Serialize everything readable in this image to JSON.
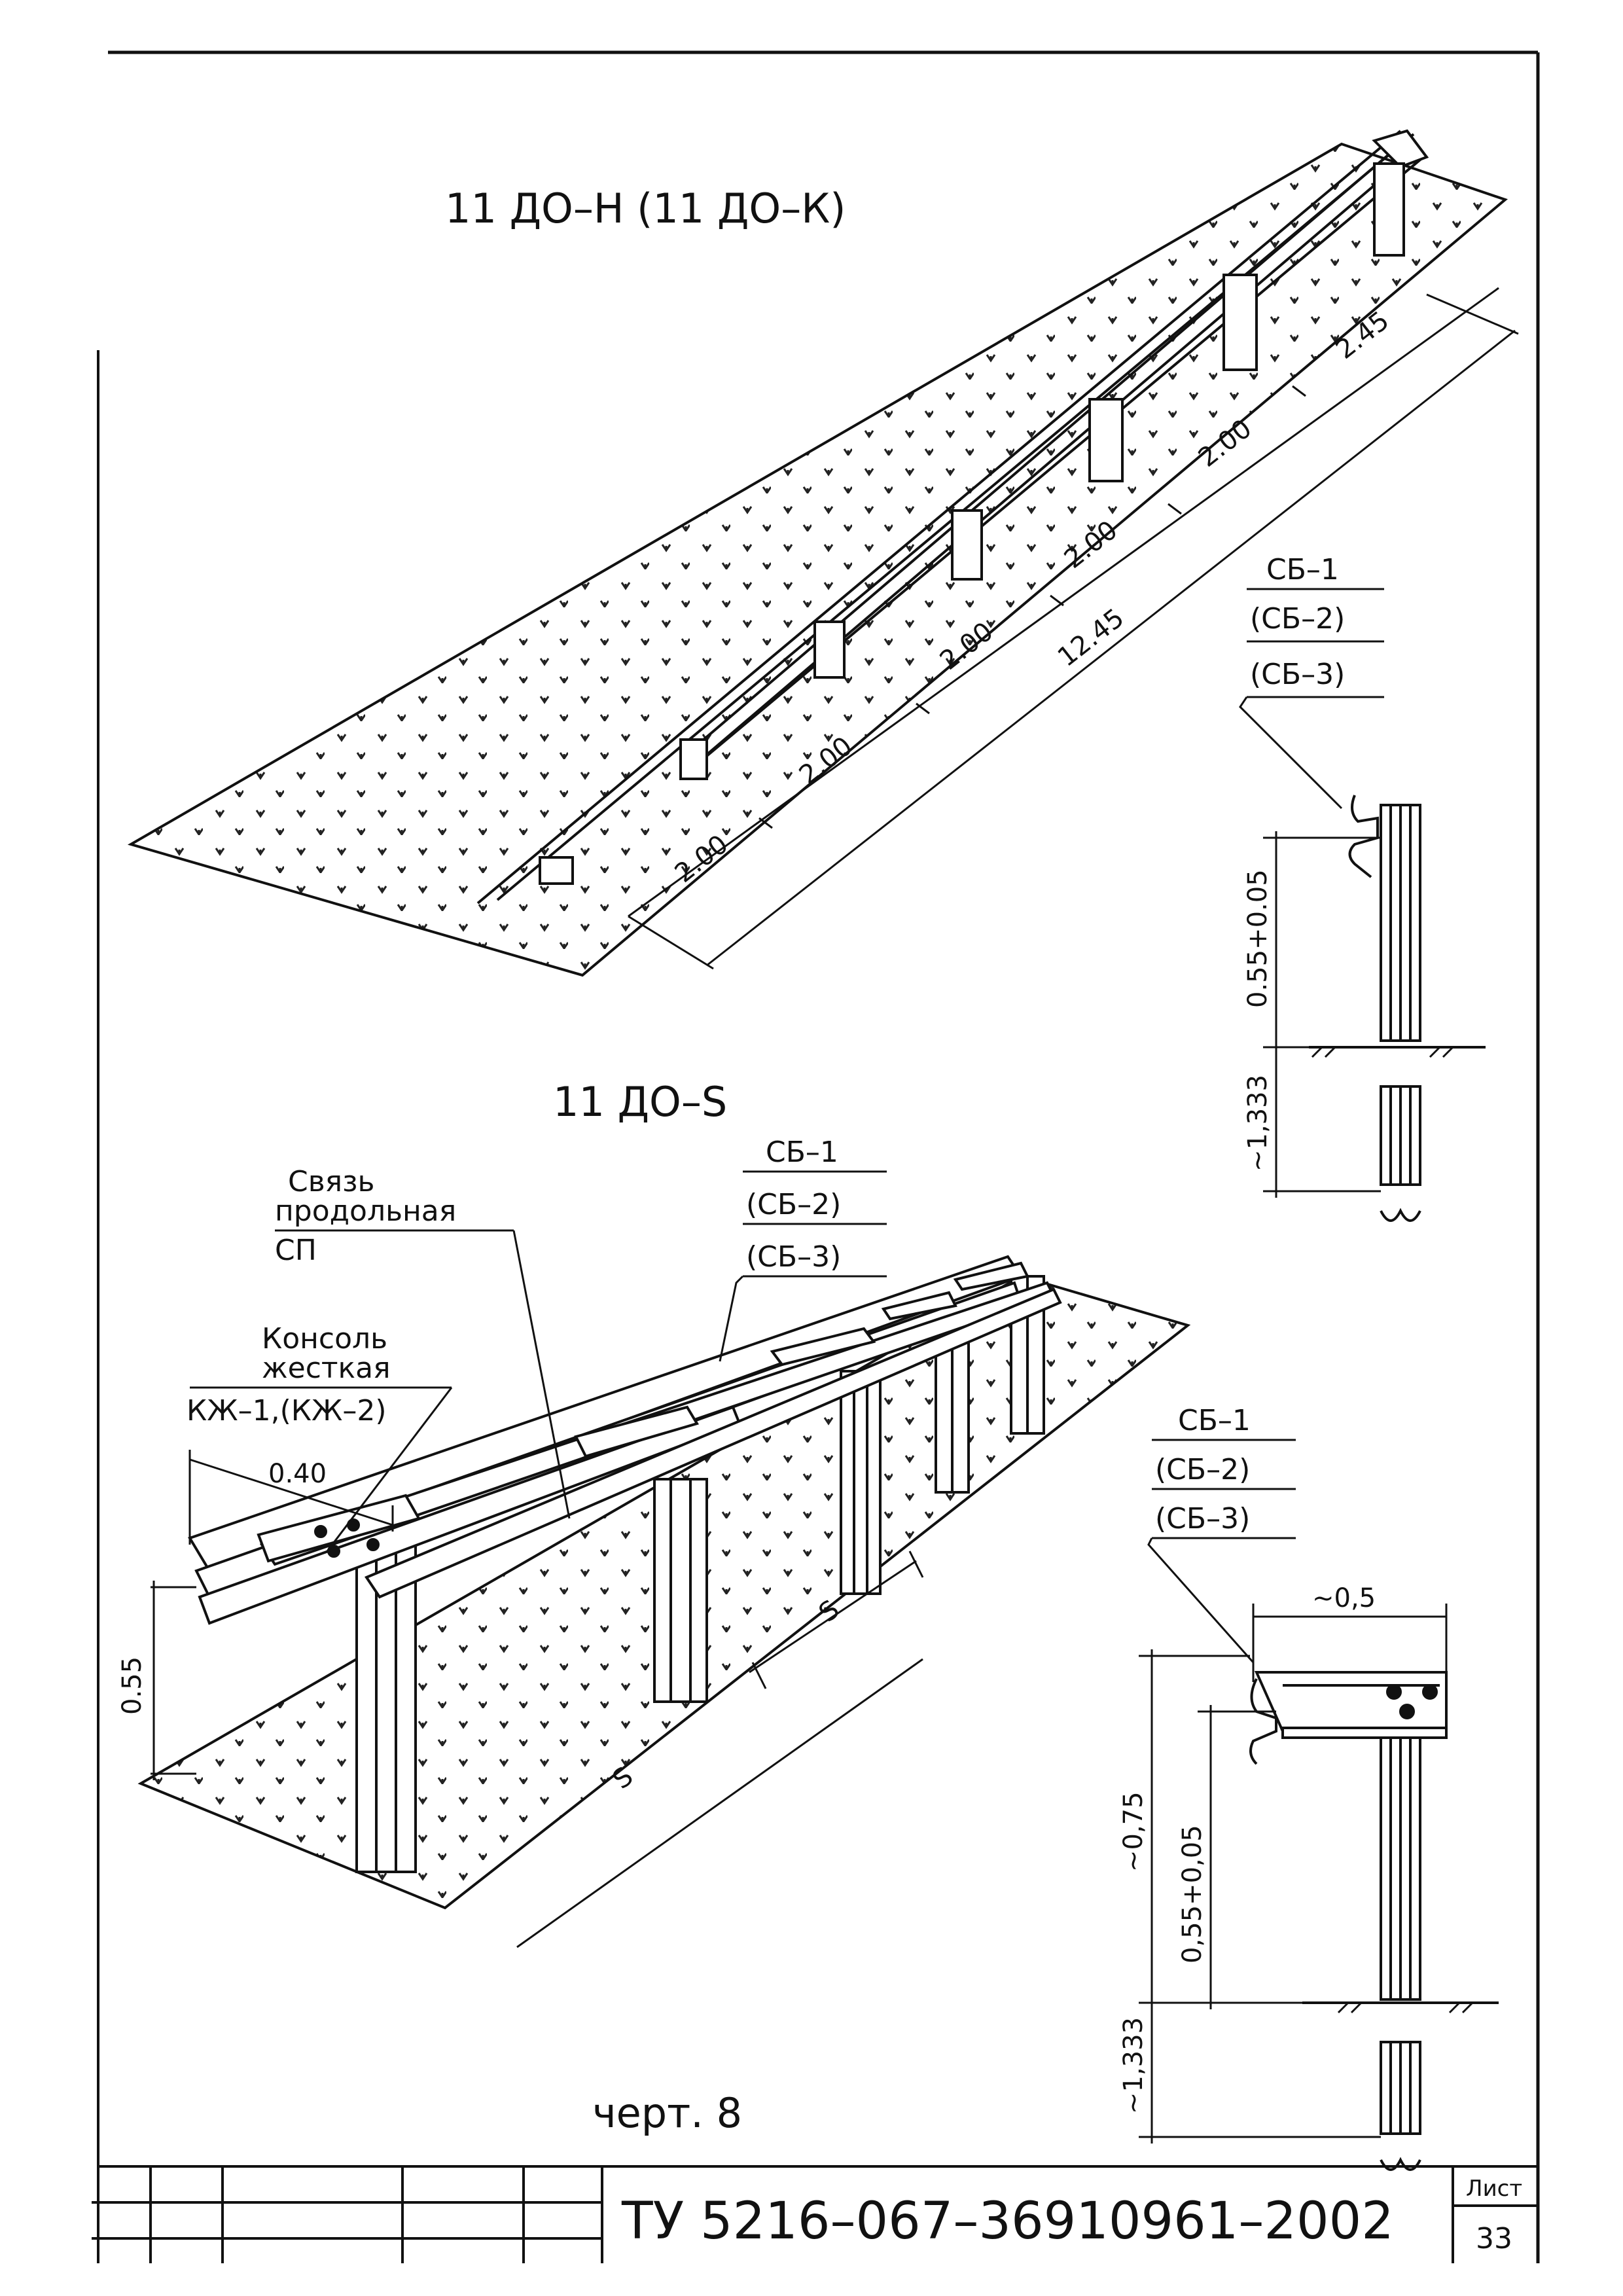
{
  "top_view": {
    "title": "11 ДО–Н (11 ДО–К)",
    "segments": [
      "2.00",
      "2.00",
      "2.00",
      "2.00",
      "2.00",
      "2.45"
    ],
    "total": "12.45"
  },
  "section_top": {
    "label_main": "СБ–1",
    "label_alt1": "(СБ–2)",
    "label_alt2": "(СБ–3)",
    "height": "0.55+0.05",
    "depth": "~1,333"
  },
  "bottom_view": {
    "title": "11 ДО–S",
    "beam_main": "СБ–1",
    "beam_alt1": "(СБ–2)",
    "beam_alt2": "(СБ–3)",
    "tie_line1": "Связь",
    "tie_line2": "продольная",
    "tie_code": "СП",
    "console_line1": "Консоль",
    "console_line2": "жесткая",
    "console_code": "КЖ–1,(КЖ–2)",
    "offset": "0.40",
    "height": "0.55",
    "spacing1": "S",
    "spacing2": "S"
  },
  "section_bottom": {
    "label_main": "СБ–1",
    "label_alt1": "(СБ–2)",
    "label_alt2": "(СБ–3)",
    "width": "~0,5",
    "height_total": "~0,75",
    "height": "0,55+0,05",
    "depth": "~1,333"
  },
  "caption": "черт. 8",
  "title_block": {
    "doc_code": "ТУ 5216–067–36910961–2002",
    "sheet_label": "Лист",
    "sheet_number": "33"
  }
}
